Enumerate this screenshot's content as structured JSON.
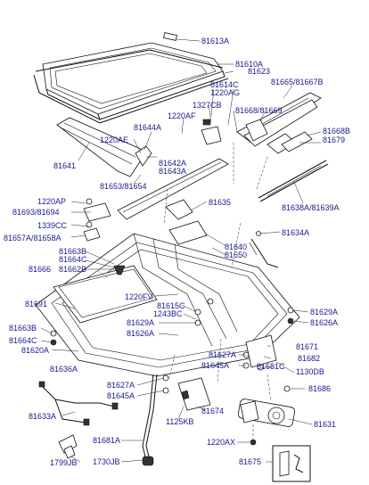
{
  "diagram": {
    "labels": {
      "l81613A": "81613A",
      "l81610A": "81610A",
      "l81623": "81623",
      "l81614C": "81614C",
      "l1220AG": "1220AG",
      "l81665": "81665/81667B",
      "l1327CB": "1327CB",
      "l81668_81669": "81668/81669",
      "l1220AF": "1220AF",
      "l81644A": "81644A",
      "l1220AE": "1220AE",
      "l81668B": "81668B",
      "l81679": "81679",
      "l81642A": "81642A",
      "l81643A": "81643A",
      "l81641": "81641",
      "l81653": "81653/81654",
      "l81635": "81635",
      "l81638A": "81638A/81639A",
      "l1220AP": "1220AP",
      "l81693": "81693/81694",
      "l1339CC": "1339CC",
      "l81657A": "81657A/81658A",
      "l81634A": "81634A",
      "l81640": "81640",
      "l81650": "81650",
      "l81663B_top": "81663B",
      "l81664C_top": "81664C",
      "l81666": "81666",
      "l81662B": "81662B",
      "l81691": "81691",
      "l1220FV": "1220FV",
      "l81615C": "81615C",
      "l1243BC": "1243BC",
      "l81629A_mid": "81629A",
      "l81626A_mid": "81626A",
      "l81629A_right": "81629A",
      "l81626A_right": "81626A",
      "l81663B_left": "81663B",
      "l81664C_left": "81664C",
      "l81620A": "81620A",
      "l81671": "81671",
      "l81627A_r": "81627A",
      "l81645A_r": "81645A",
      "l81682": "81682",
      "l81681C": "81681C",
      "l1130DB": "1130DB",
      "l81636A": "81636A",
      "l81627A_l": "81627A",
      "l81645A_l": "81645A",
      "l81686": "81686",
      "l81633A": "81633A",
      "l81674": "81674",
      "l1125KB": "1125KB",
      "l81631": "81631",
      "l81681A": "81681A",
      "l1220AX": "1220AX",
      "l1799JB": "1799JB",
      "l1730JB": "1730JB",
      "l81675": "81675"
    }
  }
}
